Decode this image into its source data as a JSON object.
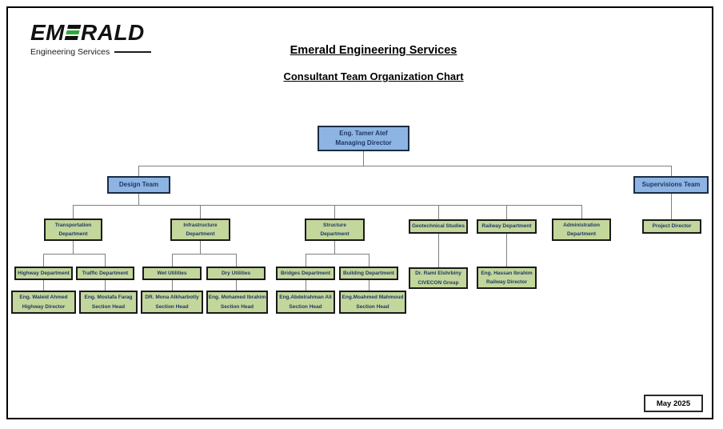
{
  "logo": {
    "brand_prefix": "EM",
    "brand_suffix": "RALD",
    "tagline": "Engineering Services"
  },
  "header": {
    "title": "Emerald Engineering Services",
    "subtitle": "Consultant Team Organization Chart"
  },
  "footer": {
    "date_label": "May 2025"
  },
  "colors": {
    "blue_box_fill": "#8db4e2",
    "green_box_fill": "#c3d69b",
    "box_text": "#1f3864",
    "connector_line": "#808080",
    "logo_accent_green": "#2fa83c"
  },
  "nodes": {
    "managing_director": {
      "line1": "Eng. Tamer Atef",
      "line2": "Managing Director"
    },
    "design_team": {
      "line1": "Design Team"
    },
    "supervisions_team": {
      "line1": "Supervisions Team"
    },
    "transportation": {
      "line1": "Transportation",
      "line2": "Department"
    },
    "infrastructure": {
      "line1": "Infrastructure",
      "line2": "Department"
    },
    "structure": {
      "line1": "Structure",
      "line2": "Department"
    },
    "geotechnical": {
      "line1": "Geotechnical Studies"
    },
    "railway": {
      "line1": "Railway Department"
    },
    "administration": {
      "line1": "Administration",
      "line2": "Department"
    },
    "project_director": {
      "line1": "Project Director"
    },
    "highway_dept": {
      "line1": "Highway Department"
    },
    "traffic_dept": {
      "line1": "Traffic Department"
    },
    "wet_utilities": {
      "line1": "Wet Utilities"
    },
    "dry_utilities": {
      "line1": "Dry Utilities"
    },
    "bridges_dept": {
      "line1": "Bridges Department"
    },
    "building_dept": {
      "line1": "Building Department"
    },
    "waleid": {
      "line1": "Eng. Waleid Ahmed",
      "line2": "Highway Director"
    },
    "mostafa": {
      "line1": "Eng. Mostafa Farag",
      "line2": "Section Head"
    },
    "mona": {
      "line1": "DR. Mona Alkharbotly",
      "line2": "Section Head"
    },
    "mohamed": {
      "line1": "Eng. Mohamed Ibrahim",
      "line2": "Section Head"
    },
    "abdelrahman": {
      "line1": "Eng.Abdelrahman Ali",
      "line2": "Section Head"
    },
    "moahmed": {
      "line1": "Eng.Moahmed Mahmoud",
      "line2": "Section Head"
    },
    "rami": {
      "line1": "Dr. Rami Elshrbiny",
      "line2": "CIVECON Group"
    },
    "hassan": {
      "line1": "Eng. Hassan Ibrahim",
      "line2": "Railway Director"
    }
  }
}
